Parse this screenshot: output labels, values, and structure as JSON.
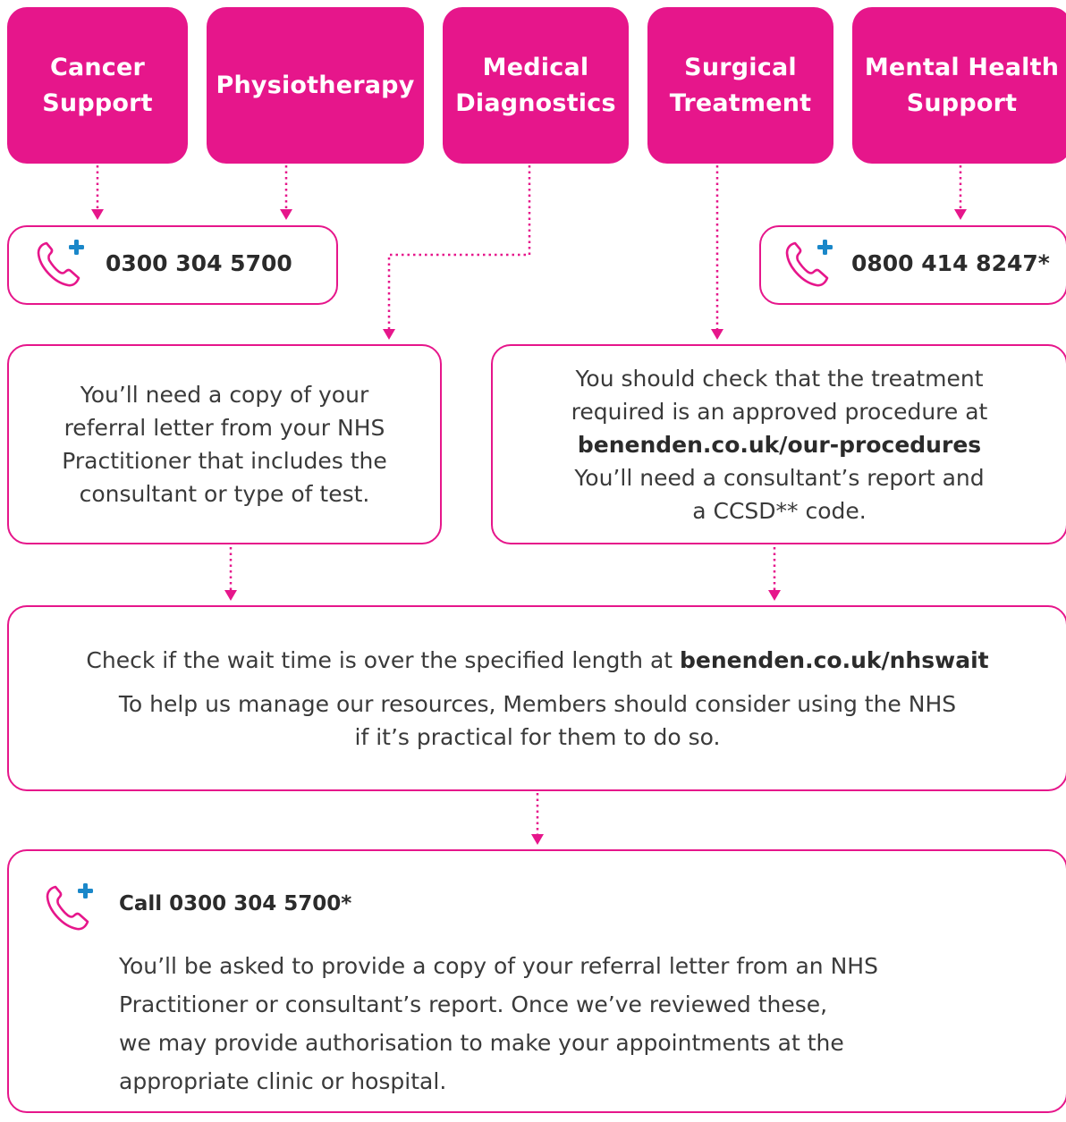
{
  "categories": {
    "cancer": [
      "Cancer",
      "Support"
    ],
    "physio": [
      "Physiotherapy"
    ],
    "diagnostics": [
      "Medical",
      "Diagnostics"
    ],
    "surgical": [
      "Surgical",
      "Treatment"
    ],
    "mental": [
      "Mental Health",
      "Support"
    ]
  },
  "phones": {
    "main": "0300 304 5700",
    "mental": "0800 414 8247*"
  },
  "referral_box": {
    "lines": [
      "You’ll need a copy of your",
      "referral letter from your NHS",
      "Practitioner that includes the",
      "consultant or type of test."
    ]
  },
  "procedure_box": {
    "line1": "You should check that the treatment",
    "line2": "required is an approved procedure at",
    "link": "benenden.co.uk/our-procedures",
    "line4": "You’ll need a consultant’s report and",
    "line5": "a CCSD** code."
  },
  "wait_box": {
    "text": "Check if the wait time is over the specified length at ",
    "link": "benenden.co.uk/nhswait",
    "note_line1": "To help us manage our resources, Members should consider using the NHS",
    "note_line2": "if it’s practical for them to do so."
  },
  "call_box": {
    "title": "Call 0300 304 5700*",
    "lines": [
      "You’ll be asked to provide a copy of your referral letter from an NHS",
      "Practitioner or consultant’s report. Once we’ve reviewed these,",
      "we may provide authorisation to make your appointments at the",
      "appropriate clinic or hospital."
    ]
  },
  "icons": {
    "phone": "phone-plus-icon"
  },
  "colors": {
    "brand": "#e6168b",
    "icon_plus": "#1a87c9",
    "text": "#2b2b2b"
  }
}
